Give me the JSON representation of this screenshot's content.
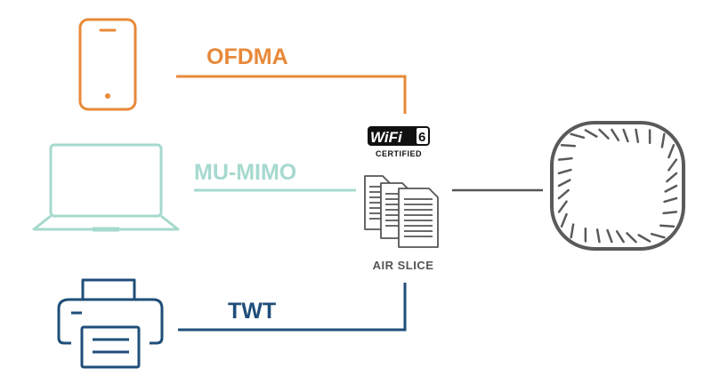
{
  "colors": {
    "ofdma": "#e8893a",
    "mumimo": "#a6d9cf",
    "twt": "#1f4e79",
    "airslice": "#555555",
    "background": "#ffffff"
  },
  "links": {
    "ofdma": {
      "label": "OFDMA",
      "device_icon": "smartphone-icon"
    },
    "mumimo": {
      "label": "MU-MIMO",
      "device_icon": "laptop-icon"
    },
    "twt": {
      "label": "TWT",
      "device_icon": "printer-icon"
    }
  },
  "badge": {
    "logo_text": "WiFi",
    "version": "6",
    "subtitle": "CERTIFIED"
  },
  "hub": {
    "label": "AIR SLICE",
    "icon": "documents-stack-icon"
  },
  "access_point": {
    "icon": "access-point-icon"
  }
}
